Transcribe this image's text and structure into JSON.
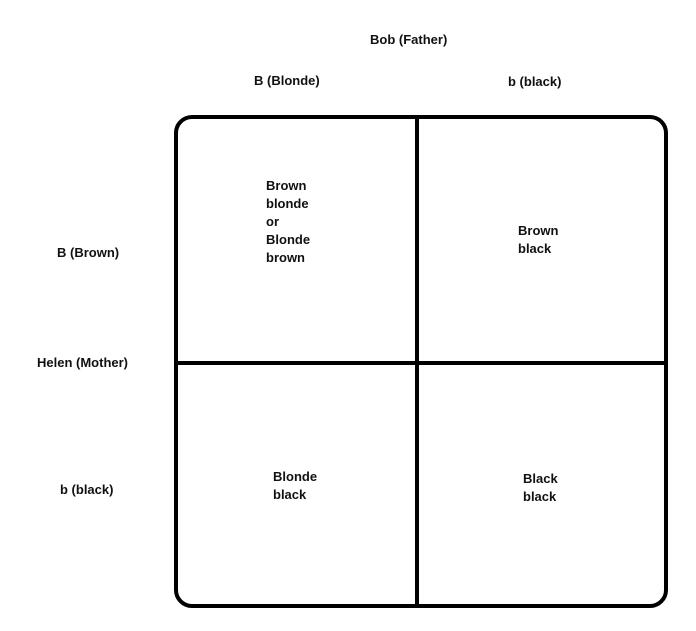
{
  "father_label": "Bob (Father)",
  "mother_label": "Helen (Mother)",
  "father_alleles": [
    "B (Blonde)",
    "b (black)"
  ],
  "mother_alleles": [
    "B (Brown)",
    "b (black)"
  ],
  "cells": {
    "top_left": {
      "line1": "Brown",
      "line2": "blonde",
      "connector": "or",
      "line3": "Blonde",
      "line4": "brown"
    },
    "top_right": {
      "line1": "Brown",
      "line2": "black"
    },
    "bottom_left": {
      "line1": "Blonde",
      "line2": "black"
    },
    "bottom_right": {
      "line1": "Black",
      "line2": "black"
    }
  }
}
